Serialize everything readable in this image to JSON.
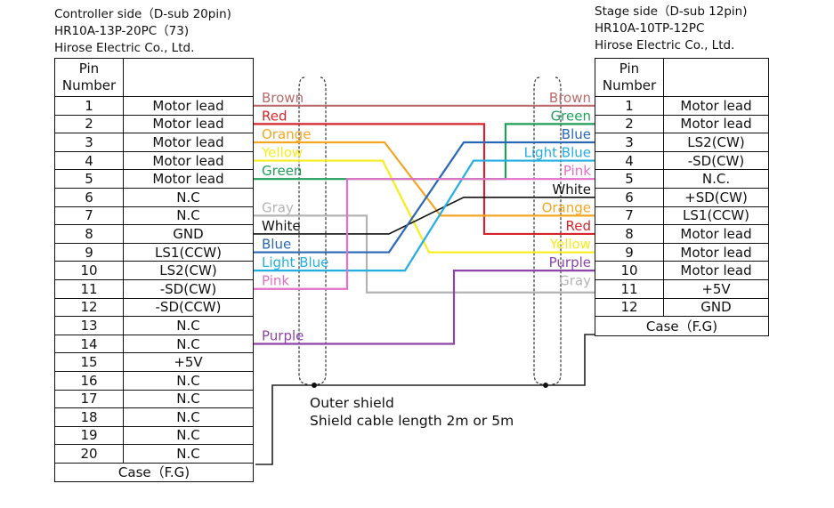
{
  "left_connector": {
    "title_lines": [
      "Controller side（D-sub 20pin)",
      "HR10A-13P-20PC（73)",
      "Hirose Electric Co., Ltd."
    ],
    "header_pin": [
      "Pin",
      "Number"
    ],
    "rows": [
      {
        "pin": "1",
        "func": "Motor lead"
      },
      {
        "pin": "2",
        "func": "Motor lead"
      },
      {
        "pin": "3",
        "func": "Motor lead"
      },
      {
        "pin": "4",
        "func": "Motor lead"
      },
      {
        "pin": "5",
        "func": "Motor lead"
      },
      {
        "pin": "6",
        "func": "N.C"
      },
      {
        "pin": "7",
        "func": "N.C"
      },
      {
        "pin": "8",
        "func": "GND"
      },
      {
        "pin": "9",
        "func": "LS1(CCW)"
      },
      {
        "pin": "10",
        "func": "LS2(CW)"
      },
      {
        "pin": "11",
        "func": "-SD(CW)"
      },
      {
        "pin": "12",
        "func": "-SD(CCW)"
      },
      {
        "pin": "13",
        "func": "N.C"
      },
      {
        "pin": "14",
        "func": "N.C"
      },
      {
        "pin": "15",
        "func": "+5V"
      },
      {
        "pin": "16",
        "func": "N.C"
      },
      {
        "pin": "17",
        "func": "N.C"
      },
      {
        "pin": "18",
        "func": "N.C"
      },
      {
        "pin": "19",
        "func": "N.C"
      },
      {
        "pin": "20",
        "func": "N.C"
      }
    ],
    "case_label": "Case（F.G)"
  },
  "right_connector": {
    "title_lines": [
      "Stage side（D-sub 12pin)",
      "HR10A-10TP-12PC",
      "Hirose Electric Co., Ltd."
    ],
    "header_pin": [
      "Pin",
      "Number"
    ],
    "rows": [
      {
        "pin": "1",
        "func": "Motor lead"
      },
      {
        "pin": "2",
        "func": "Motor lead"
      },
      {
        "pin": "3",
        "func": "LS2(CW)"
      },
      {
        "pin": "4",
        "func": "-SD(CW)"
      },
      {
        "pin": "5",
        "func": "N.C."
      },
      {
        "pin": "6",
        "func": "+SD(CW)"
      },
      {
        "pin": "7",
        "func": "LS1(CCW)"
      },
      {
        "pin": "8",
        "func": "Motor lead"
      },
      {
        "pin": "9",
        "func": "Motor lead"
      },
      {
        "pin": "10",
        "func": "Motor lead"
      },
      {
        "pin": "11",
        "func": "+5V"
      },
      {
        "pin": "12",
        "func": "GND"
      }
    ],
    "case_label": "Case（F.G)"
  },
  "wires": [
    {
      "name": "Brown",
      "color": "#b96b6b",
      "left_pin": "1",
      "right_pin": "1"
    },
    {
      "name": "Red",
      "color": "#d6242a",
      "left_pin": "2",
      "right_pin": "8"
    },
    {
      "name": "Orange",
      "color": "#f4a623",
      "left_pin": "3",
      "right_pin": "7"
    },
    {
      "name": "Yellow",
      "color": "#f7ec1c",
      "left_pin": "4",
      "right_pin": "9"
    },
    {
      "name": "Green",
      "color": "#1f9e5a",
      "left_pin": "5",
      "right_pin": "2"
    },
    {
      "name": "Gray",
      "color": "#b4b4b4",
      "left_pin": "7",
      "right_pin": "11"
    },
    {
      "name": "White",
      "color": "#111111",
      "left_pin": "8",
      "right_pin": "6"
    },
    {
      "name": "Blue",
      "color": "#2a68b5",
      "left_pin": "9",
      "right_pin": "3"
    },
    {
      "name": "Light Blue",
      "color": "#22aee0",
      "left_pin": "10",
      "right_pin": "4"
    },
    {
      "name": "Pink",
      "color": "#e46fc8",
      "left_pin": "11",
      "right_pin": "5"
    },
    {
      "name": "Purple",
      "color": "#8e45a8",
      "left_pin": "14",
      "right_pin": "10"
    }
  ],
  "shield_note": [
    "Outer shield",
    "Shield cable length 2m or 5m"
  ]
}
